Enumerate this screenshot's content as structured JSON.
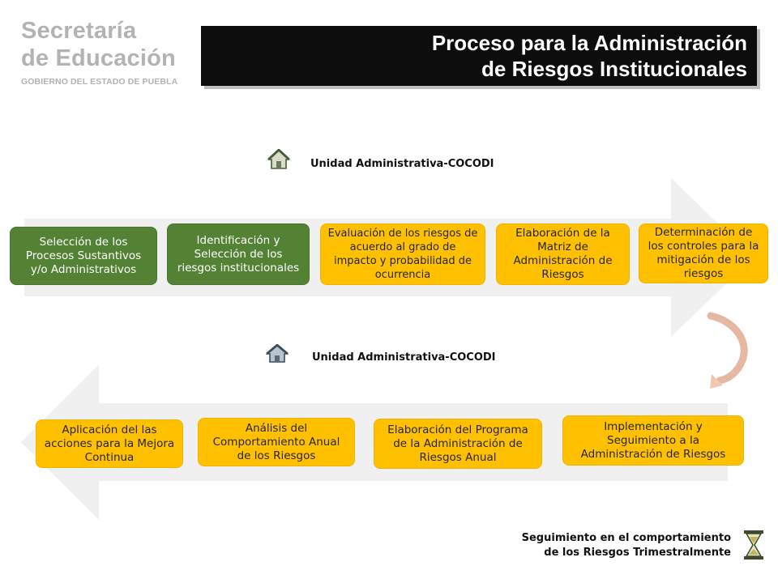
{
  "logo": {
    "line1": "Secretaría",
    "line2": "de Educación",
    "sub": "GOBIERNO DEL ESTADO DE PUEBLA"
  },
  "title": {
    "line1": "Proceso para la Administración",
    "line2": "de Riesgos Institucionales"
  },
  "row1": {
    "unit_label": "Unidad Administrativa-COCODI",
    "steps": [
      {
        "text": "Selección de los Procesos Sustantivos y/o Administrativos",
        "color": "#548235"
      },
      {
        "text": "Identificación y Selección de los riesgos institucionales",
        "color": "#548235"
      },
      {
        "text": "Evaluación de los riesgos de acuerdo al grado de impacto y probabilidad de ocurrencia",
        "color": "#ffc000"
      },
      {
        "text": "Elaboración de la Matriz de Administración de Riesgos",
        "color": "#ffc000"
      },
      {
        "text": "Determinación de los controles para la mitigación de los riesgos",
        "color": "#ffc000"
      }
    ]
  },
  "row2": {
    "unit_label": "Unidad Administrativa-COCODI",
    "steps": [
      {
        "text": "Aplicación del las acciones para la Mejora Continua",
        "color": "#ffc000"
      },
      {
        "text": "Análisis del Comportamiento Anual de los Riesgos",
        "color": "#ffc000"
      },
      {
        "text": "Elaboración del Programa de la Administración de Riesgos Anual",
        "color": "#ffc000"
      },
      {
        "text": "Implementación y Seguimiento a la Administración de Riesgos",
        "color": "#ffc000"
      }
    ]
  },
  "footer": {
    "line1": "Seguimiento en el comportamiento",
    "line2": "de los Riesgos Trimestralmente"
  },
  "icons": {
    "home": "home-icon",
    "hourglass": "hourglass-icon",
    "curved_arrow": "curved-arrow-icon"
  },
  "colors": {
    "green": "#548235",
    "yellow": "#ffc000",
    "arrow_gray": "#f0f0f0",
    "curve": "#e6b8a2"
  }
}
